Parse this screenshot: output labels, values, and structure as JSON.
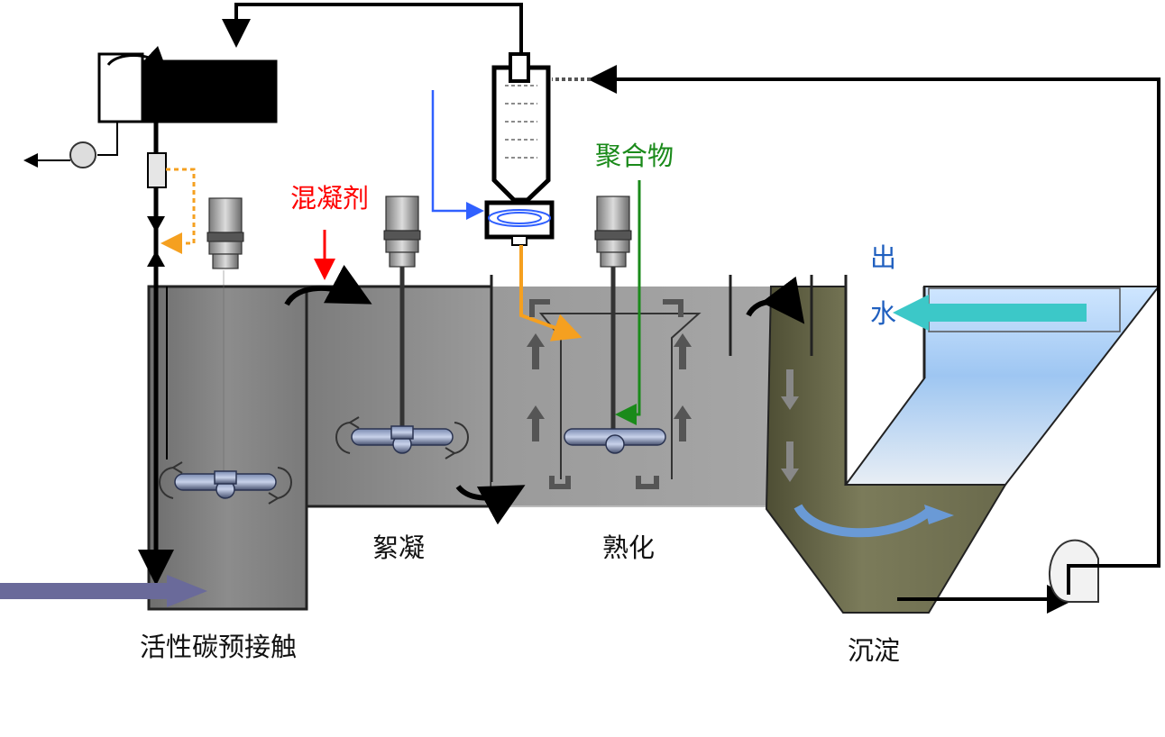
{
  "labels": {
    "coagulant": "混凝剂",
    "polymer": "聚合物",
    "outlet_char1": "出",
    "outlet_char2": "水",
    "flocculation": "絮凝",
    "maturation": "熟化",
    "pac_contact": "活性碳预接触",
    "sedimentation": "沉淀"
  },
  "colors": {
    "coagulant": "#ff0000",
    "polymer": "#1a8a1a",
    "outlet": "#1f5fbf",
    "inflow_arrow": "#6a6a9a",
    "outflow_arrow": "#3cc8c8",
    "tank_water": "#8a8a8a",
    "settler_water": "#5a5a3c",
    "sand_line": "#f5a020",
    "blue_line": "#3060ff"
  },
  "icons": {
    "mixer": "mixer-impeller-icon",
    "motor": "motor-icon",
    "pump": "pump-icon",
    "valve": "valve-icon",
    "hydrocyclone": "hydrocyclone-icon"
  }
}
